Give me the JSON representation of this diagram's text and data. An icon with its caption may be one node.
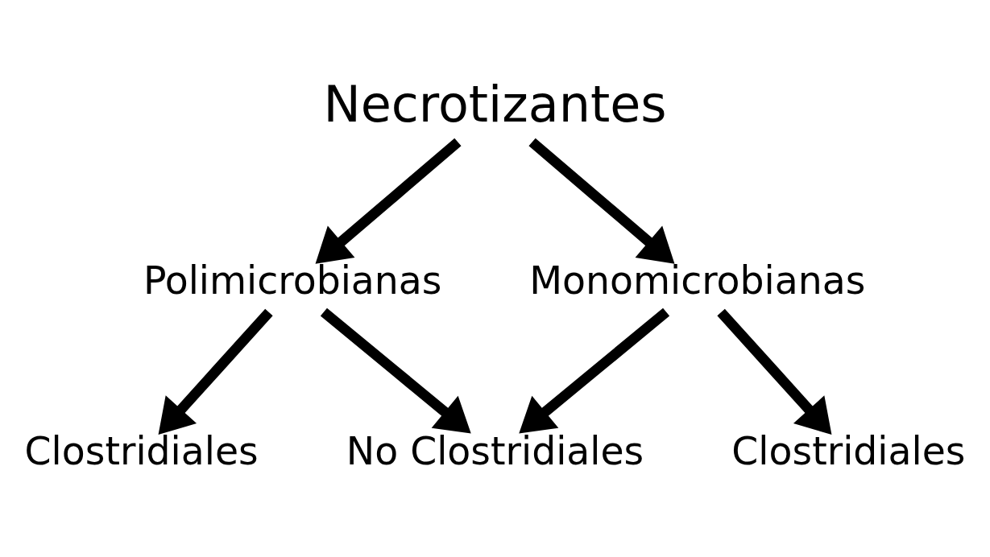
{
  "diagram": {
    "nodes": [
      {
        "text": [
          "Necrotizantes"
        ]
      },
      {
        "text": [
          "Polimicrobianas"
        ]
      },
      {
        "text": [
          "Monomicrobianas"
        ]
      },
      {
        "text": [
          "Clostridiales"
        ]
      },
      {
        "text": [
          "No Clostridiales"
        ]
      },
      {
        "text": [
          "Clostridiales"
        ]
      }
    ],
    "edges": [
      {
        "from": 0,
        "to": 1,
        "arrow": "to"
      },
      {
        "from": 0,
        "to": 2,
        "arrow": "to"
      },
      {
        "from": 1,
        "to": 3,
        "arrow": "to"
      },
      {
        "from": 1,
        "to": 4,
        "arrow": "to"
      },
      {
        "from": 2,
        "to": 4,
        "arrow": "to"
      },
      {
        "from": 2,
        "to": 5,
        "arrow": "to"
      }
    ]
  }
}
